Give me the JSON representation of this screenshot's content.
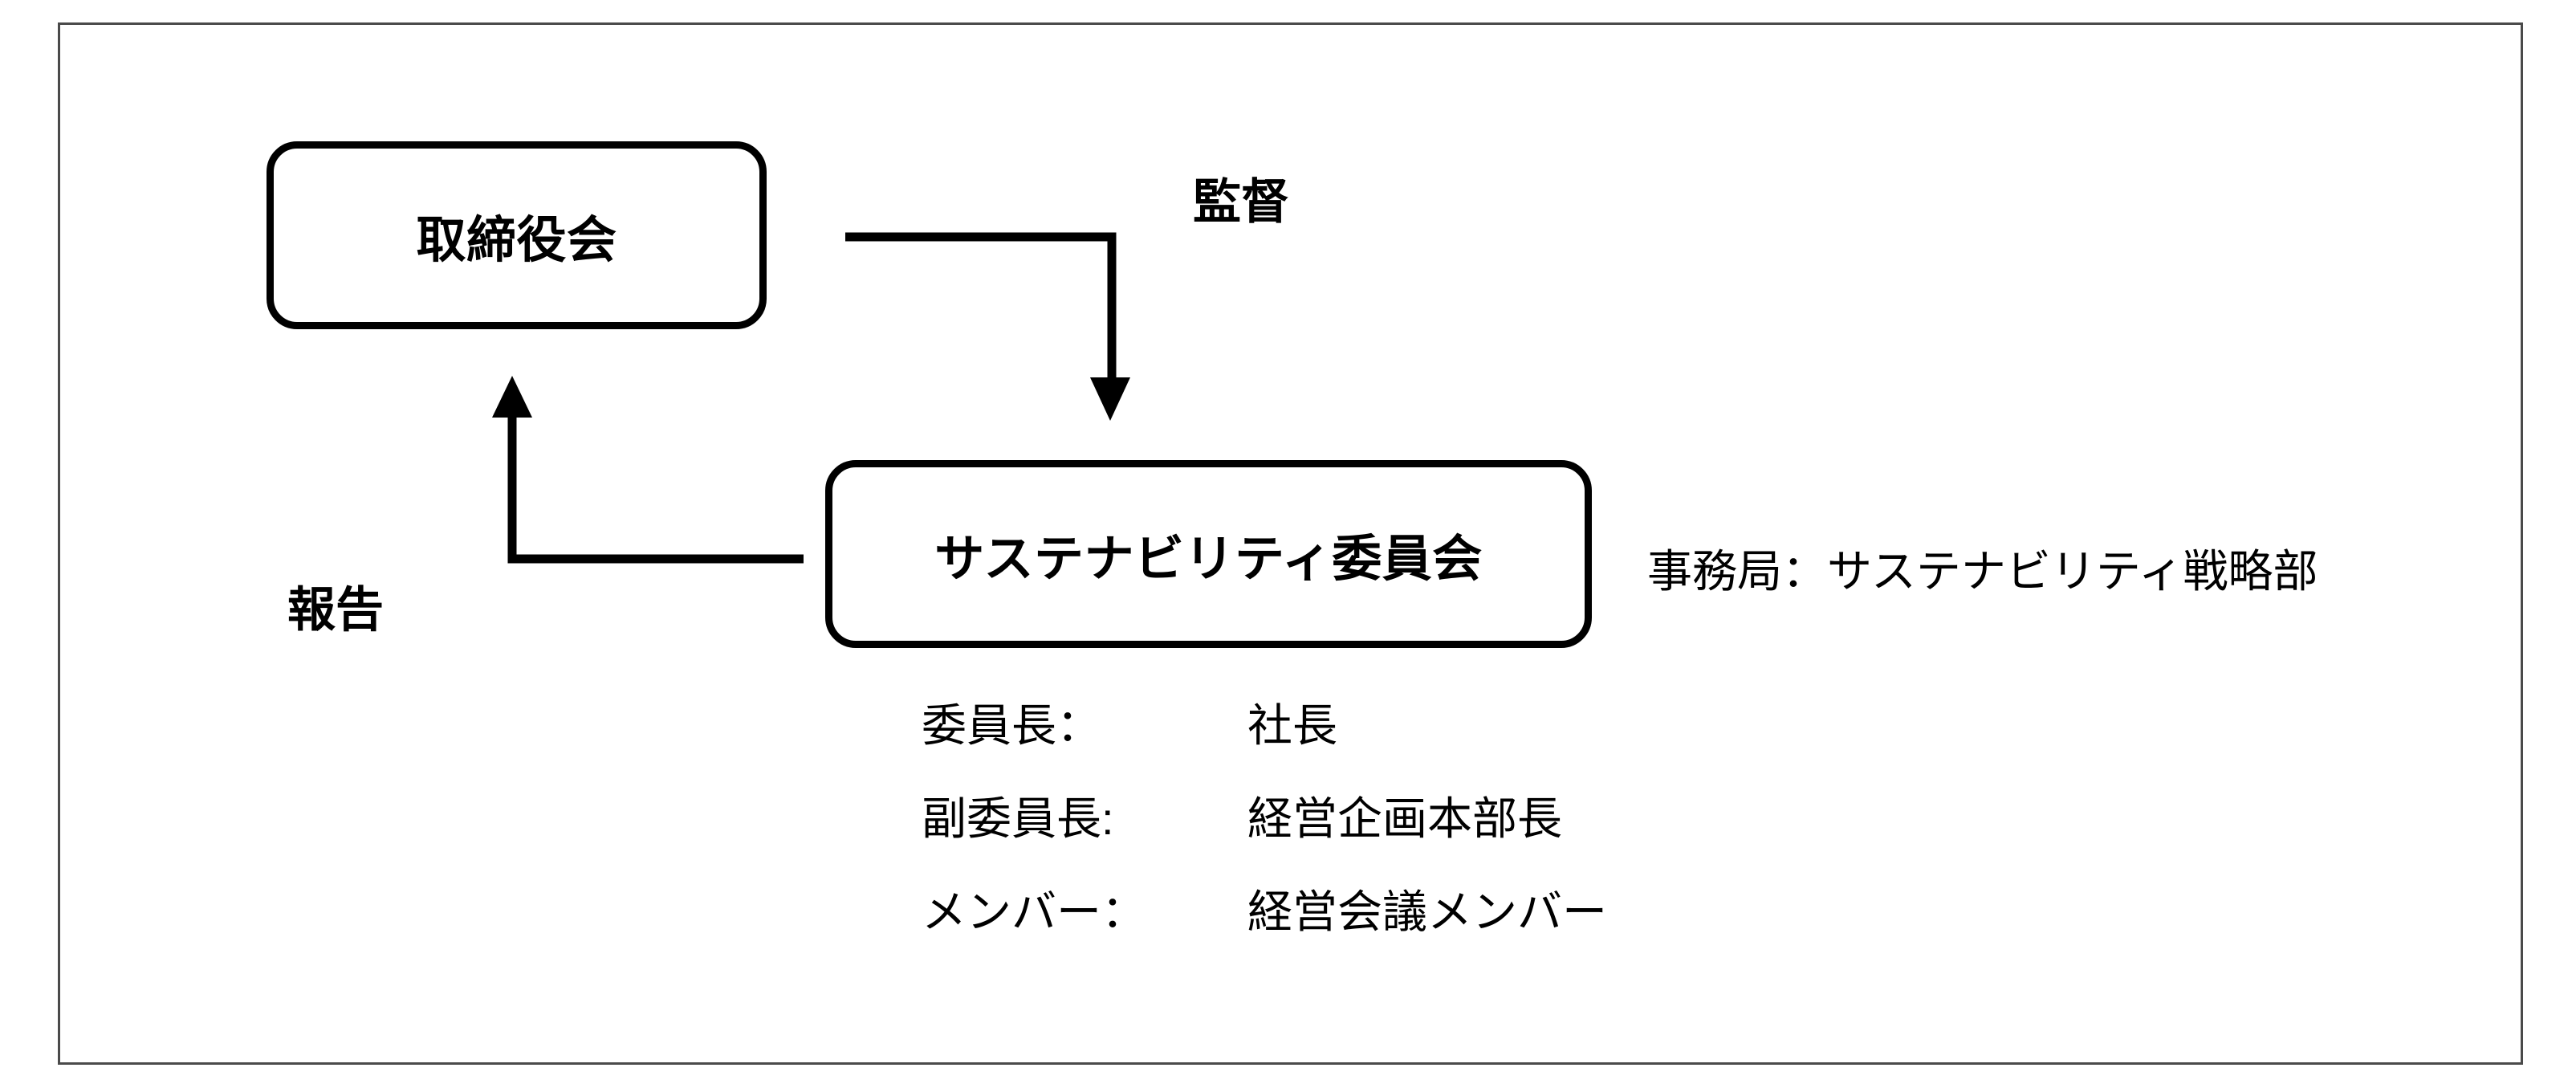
{
  "diagram": {
    "title_present": false,
    "colors": {
      "frame_border": "#4a4a4a",
      "node_border": "#000000",
      "node_fill": "#ffffff",
      "edge": "#000000",
      "text": "#000000"
    },
    "nodes": [
      {
        "id": "board",
        "label": "取締役会"
      },
      {
        "id": "committee",
        "label": "サステナビリティ委員会"
      }
    ],
    "edges": [
      {
        "id": "supervise",
        "label": "監督",
        "from": "board",
        "to": "committee",
        "direction": "down"
      },
      {
        "id": "report",
        "label": "報告",
        "from": "committee",
        "to": "board",
        "direction": "up"
      }
    ],
    "secretariat": "事務局：サステナビリティ戦略部",
    "roster": [
      {
        "role": "委員長：",
        "value": "社長"
      },
      {
        "role": "副委員長:",
        "value": "経営企画本部長"
      },
      {
        "role": "メンバー：",
        "value": "経営会議メンバー"
      }
    ]
  }
}
